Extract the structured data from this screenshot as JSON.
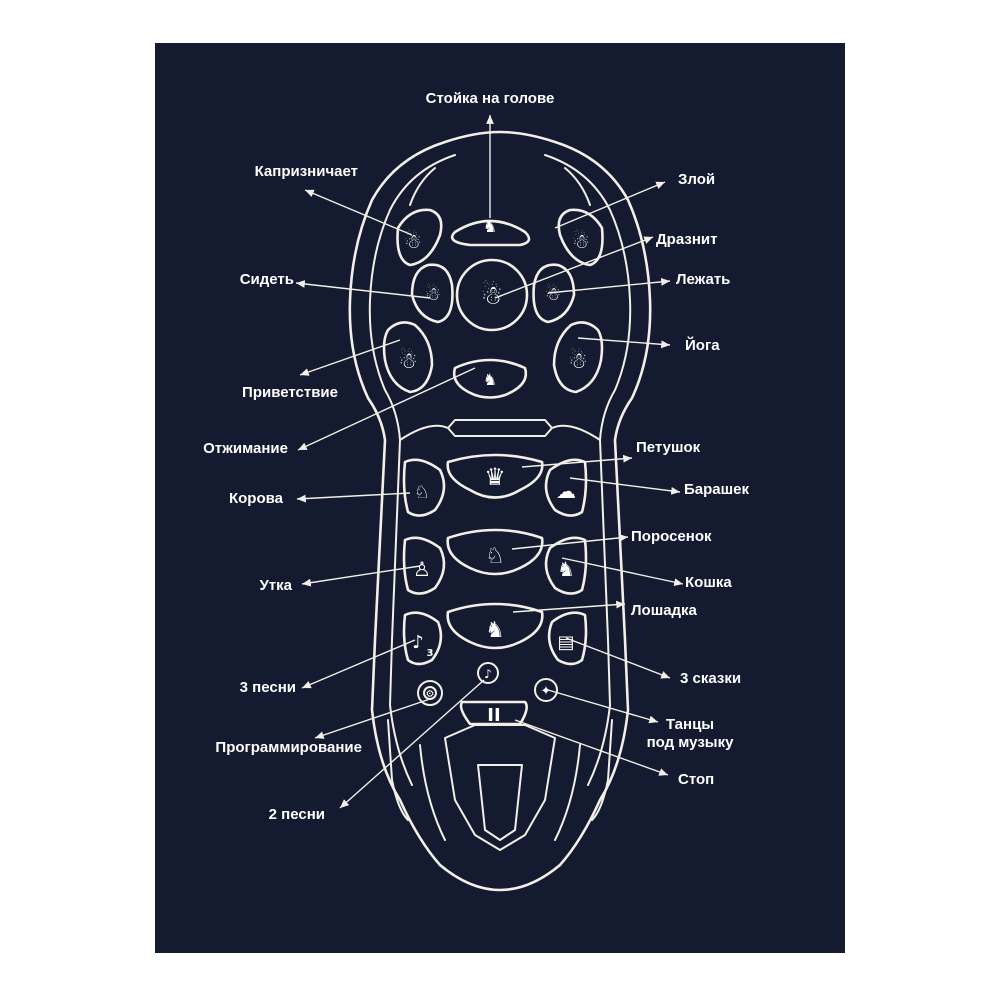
{
  "colors": {
    "background": "#141a30",
    "line": "#f2efe6",
    "text": "#ffffff"
  },
  "labels": {
    "headstand": "Стойка на голове",
    "capricious": "Капризничает",
    "angry": "Злой",
    "teases": "Дразнит",
    "sit": "Сидеть",
    "lie": "Лежать",
    "yoga": "Йога",
    "greeting": "Приветствие",
    "pushups": "Отжимание",
    "rooster": "Петушок",
    "cow": "Корова",
    "lamb": "Барашек",
    "piglet": "Поросенок",
    "duck": "Утка",
    "cat": "Кошка",
    "horse": "Лошадка",
    "three_songs": "3 песни",
    "three_tales": "3 сказки",
    "dance_line1": "Танцы",
    "dance_line2": "под музыку",
    "programming": "Программирование",
    "stop": "Стоп",
    "two_songs": "2 песни"
  },
  "icons": {
    "headstand": "headstand-dog-icon",
    "capricious": "capricious-dog-icon",
    "angry": "angry-dog-icon",
    "teases": "teasing-dog-icon",
    "sit": "sitting-dog-icon",
    "lie": "lying-dog-icon",
    "yoga": "yoga-dog-icon",
    "greeting": "greeting-dog-icon",
    "pushups": "pushups-dog-icon",
    "rooster": "rooster-icon",
    "cow": "cow-icon",
    "lamb": "lamb-icon",
    "piglet": "pig-icon",
    "duck": "duck-icon",
    "cat": "cat-icon",
    "horse": "horse-icon",
    "three_songs": "music-note-icon",
    "three_tales": "book-icon",
    "dance": "dancer-icon",
    "programming": "gear-icon",
    "stop": "pause-icon",
    "two_songs": "music-note-icon"
  },
  "button_glyphs": {
    "three_songs_digit": "3",
    "stop": "II"
  }
}
